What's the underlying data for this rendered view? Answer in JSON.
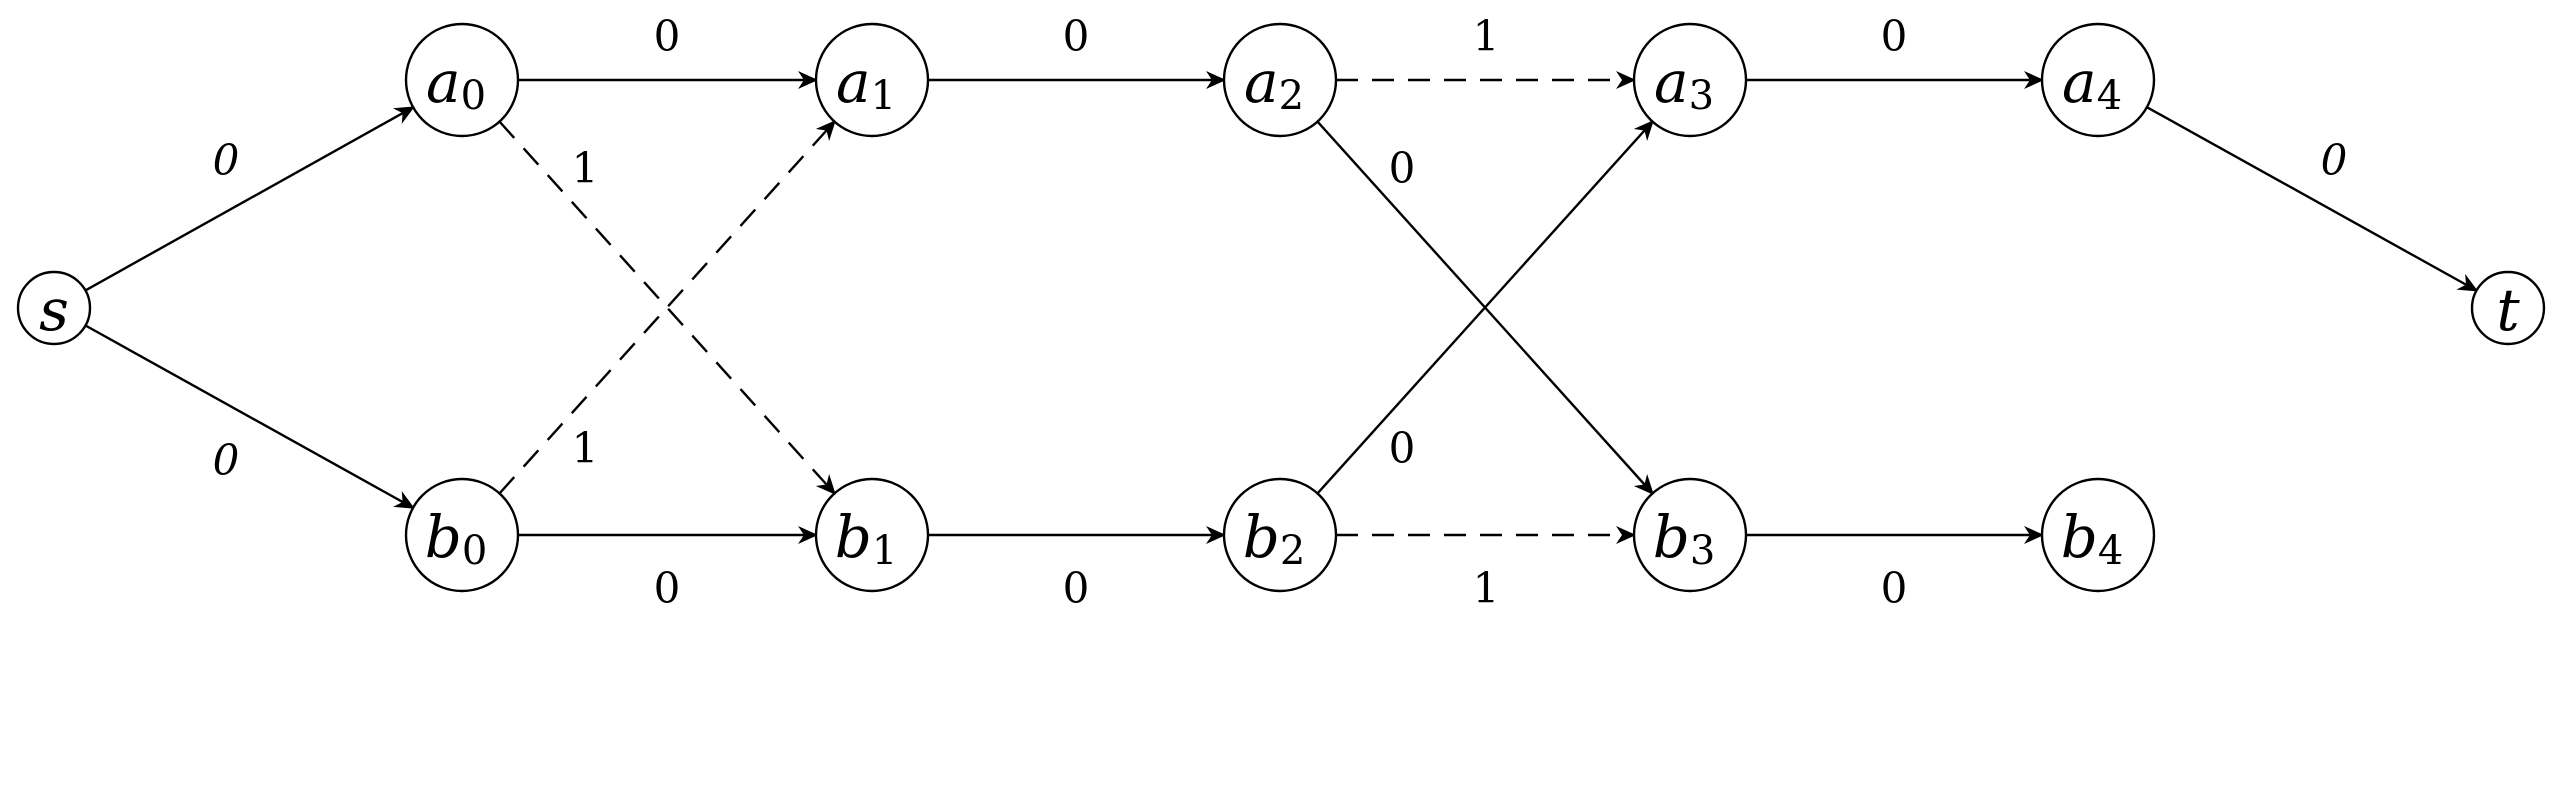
{
  "nodes": [
    {
      "id": "s",
      "base": "s",
      "sub": ""
    },
    {
      "id": "a0",
      "base": "a",
      "sub": "0"
    },
    {
      "id": "a1",
      "base": "a",
      "sub": "1"
    },
    {
      "id": "a2",
      "base": "a",
      "sub": "2"
    },
    {
      "id": "a3",
      "base": "a",
      "sub": "3"
    },
    {
      "id": "a4",
      "base": "a",
      "sub": "4"
    },
    {
      "id": "b0",
      "base": "b",
      "sub": "0"
    },
    {
      "id": "b1",
      "base": "b",
      "sub": "1"
    },
    {
      "id": "b2",
      "base": "b",
      "sub": "2"
    },
    {
      "id": "b3",
      "base": "b",
      "sub": "3"
    },
    {
      "id": "b4",
      "base": "b",
      "sub": "4"
    },
    {
      "id": "t",
      "base": "t",
      "sub": ""
    }
  ],
  "edges": [
    {
      "id": "s-a0",
      "from": "s",
      "to": "a0",
      "label": "0",
      "style": "solid",
      "italic": true
    },
    {
      "id": "s-b0",
      "from": "s",
      "to": "b0",
      "label": "0",
      "style": "solid",
      "italic": true
    },
    {
      "id": "a0-a1",
      "from": "a0",
      "to": "a1",
      "label": "0",
      "style": "solid",
      "italic": false
    },
    {
      "id": "a0-b1",
      "from": "a0",
      "to": "b1",
      "label": "1",
      "style": "dashed",
      "italic": false
    },
    {
      "id": "b0-a1",
      "from": "b0",
      "to": "a1",
      "label": "1",
      "style": "dashed",
      "italic": false
    },
    {
      "id": "b0-b1",
      "from": "b0",
      "to": "b1",
      "label": "0",
      "style": "solid",
      "italic": false
    },
    {
      "id": "a1-a2",
      "from": "a1",
      "to": "a2",
      "label": "0",
      "style": "solid",
      "italic": false
    },
    {
      "id": "b1-b2",
      "from": "b1",
      "to": "b2",
      "label": "0",
      "style": "solid",
      "italic": false
    },
    {
      "id": "a2-a3",
      "from": "a2",
      "to": "a3",
      "label": "1",
      "style": "dashed",
      "italic": false
    },
    {
      "id": "a2-b3",
      "from": "a2",
      "to": "b3",
      "label": "0",
      "style": "solid",
      "italic": false
    },
    {
      "id": "b2-a3",
      "from": "b2",
      "to": "a3",
      "label": "0",
      "style": "solid",
      "italic": false
    },
    {
      "id": "b2-b3",
      "from": "b2",
      "to": "b3",
      "label": "1",
      "style": "dashed",
      "italic": false
    },
    {
      "id": "a3-a4",
      "from": "a3",
      "to": "a4",
      "label": "0",
      "style": "solid",
      "italic": false
    },
    {
      "id": "b3-b4",
      "from": "b3",
      "to": "b4",
      "label": "0",
      "style": "solid",
      "italic": false
    },
    {
      "id": "a4-t",
      "from": "a4",
      "to": "t",
      "label": "0",
      "style": "solid",
      "italic": true
    }
  ]
}
